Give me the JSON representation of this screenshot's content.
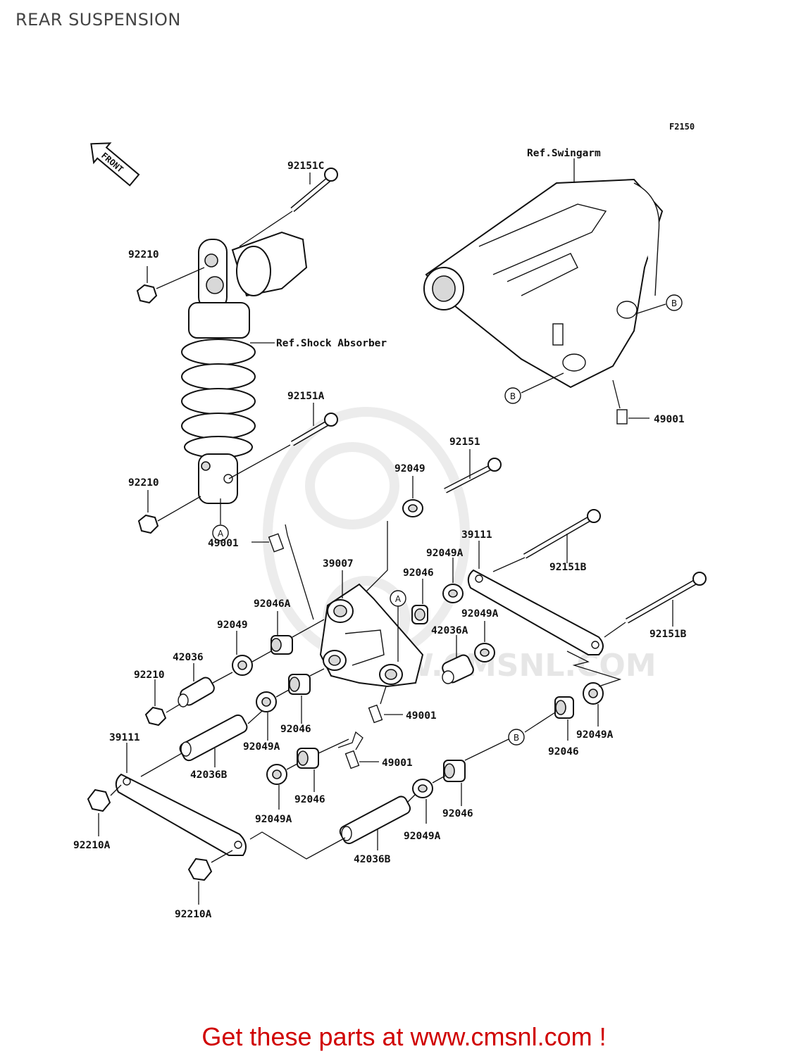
{
  "title": "REAR SUSPENSION",
  "figure_code": "F2150",
  "front_label": "FRONT",
  "watermark": "WWW.CMSNL.COM",
  "refs": {
    "swingarm": "Ref.Swingarm",
    "shock": "Ref.Shock Absorber"
  },
  "markers": {
    "a": "A",
    "b": "B"
  },
  "part_labels": {
    "p92151c": "92151C",
    "p92210_top": "92210",
    "p92151a": "92151A",
    "p92210_mid": "92210",
    "p92151": "92151",
    "p92049_top": "92049",
    "p49001_swing": "49001",
    "p39111_right": "39111",
    "p92049a_top": "92049A",
    "p92151b_top": "92151B",
    "p49001_left": "49001",
    "p39007": "39007",
    "p92046_top": "92046",
    "p92046a": "92046A",
    "p92049a_right": "92049A",
    "p92049_left": "92049",
    "p42036a": "42036A",
    "p92151b_bot": "92151B",
    "p42036": "42036",
    "p92210_left": "92210",
    "p49001_mid": "49001",
    "p92046_mid": "92046",
    "p92049a_mid": "92049A",
    "p92049a_far": "92049A",
    "p92046_right": "92046",
    "p39111_left": "39111",
    "p42036b_left": "42036B",
    "p49001_low": "49001",
    "p92046_low": "92046",
    "p92049a_low": "92049A",
    "p92046_low2": "92046",
    "p92049a_low2": "92049A",
    "p92210a_left": "92210A",
    "p42036b_low": "42036B",
    "p92210a_bot": "92210A"
  },
  "footer": "Get these parts at www.cmsnl.com !"
}
